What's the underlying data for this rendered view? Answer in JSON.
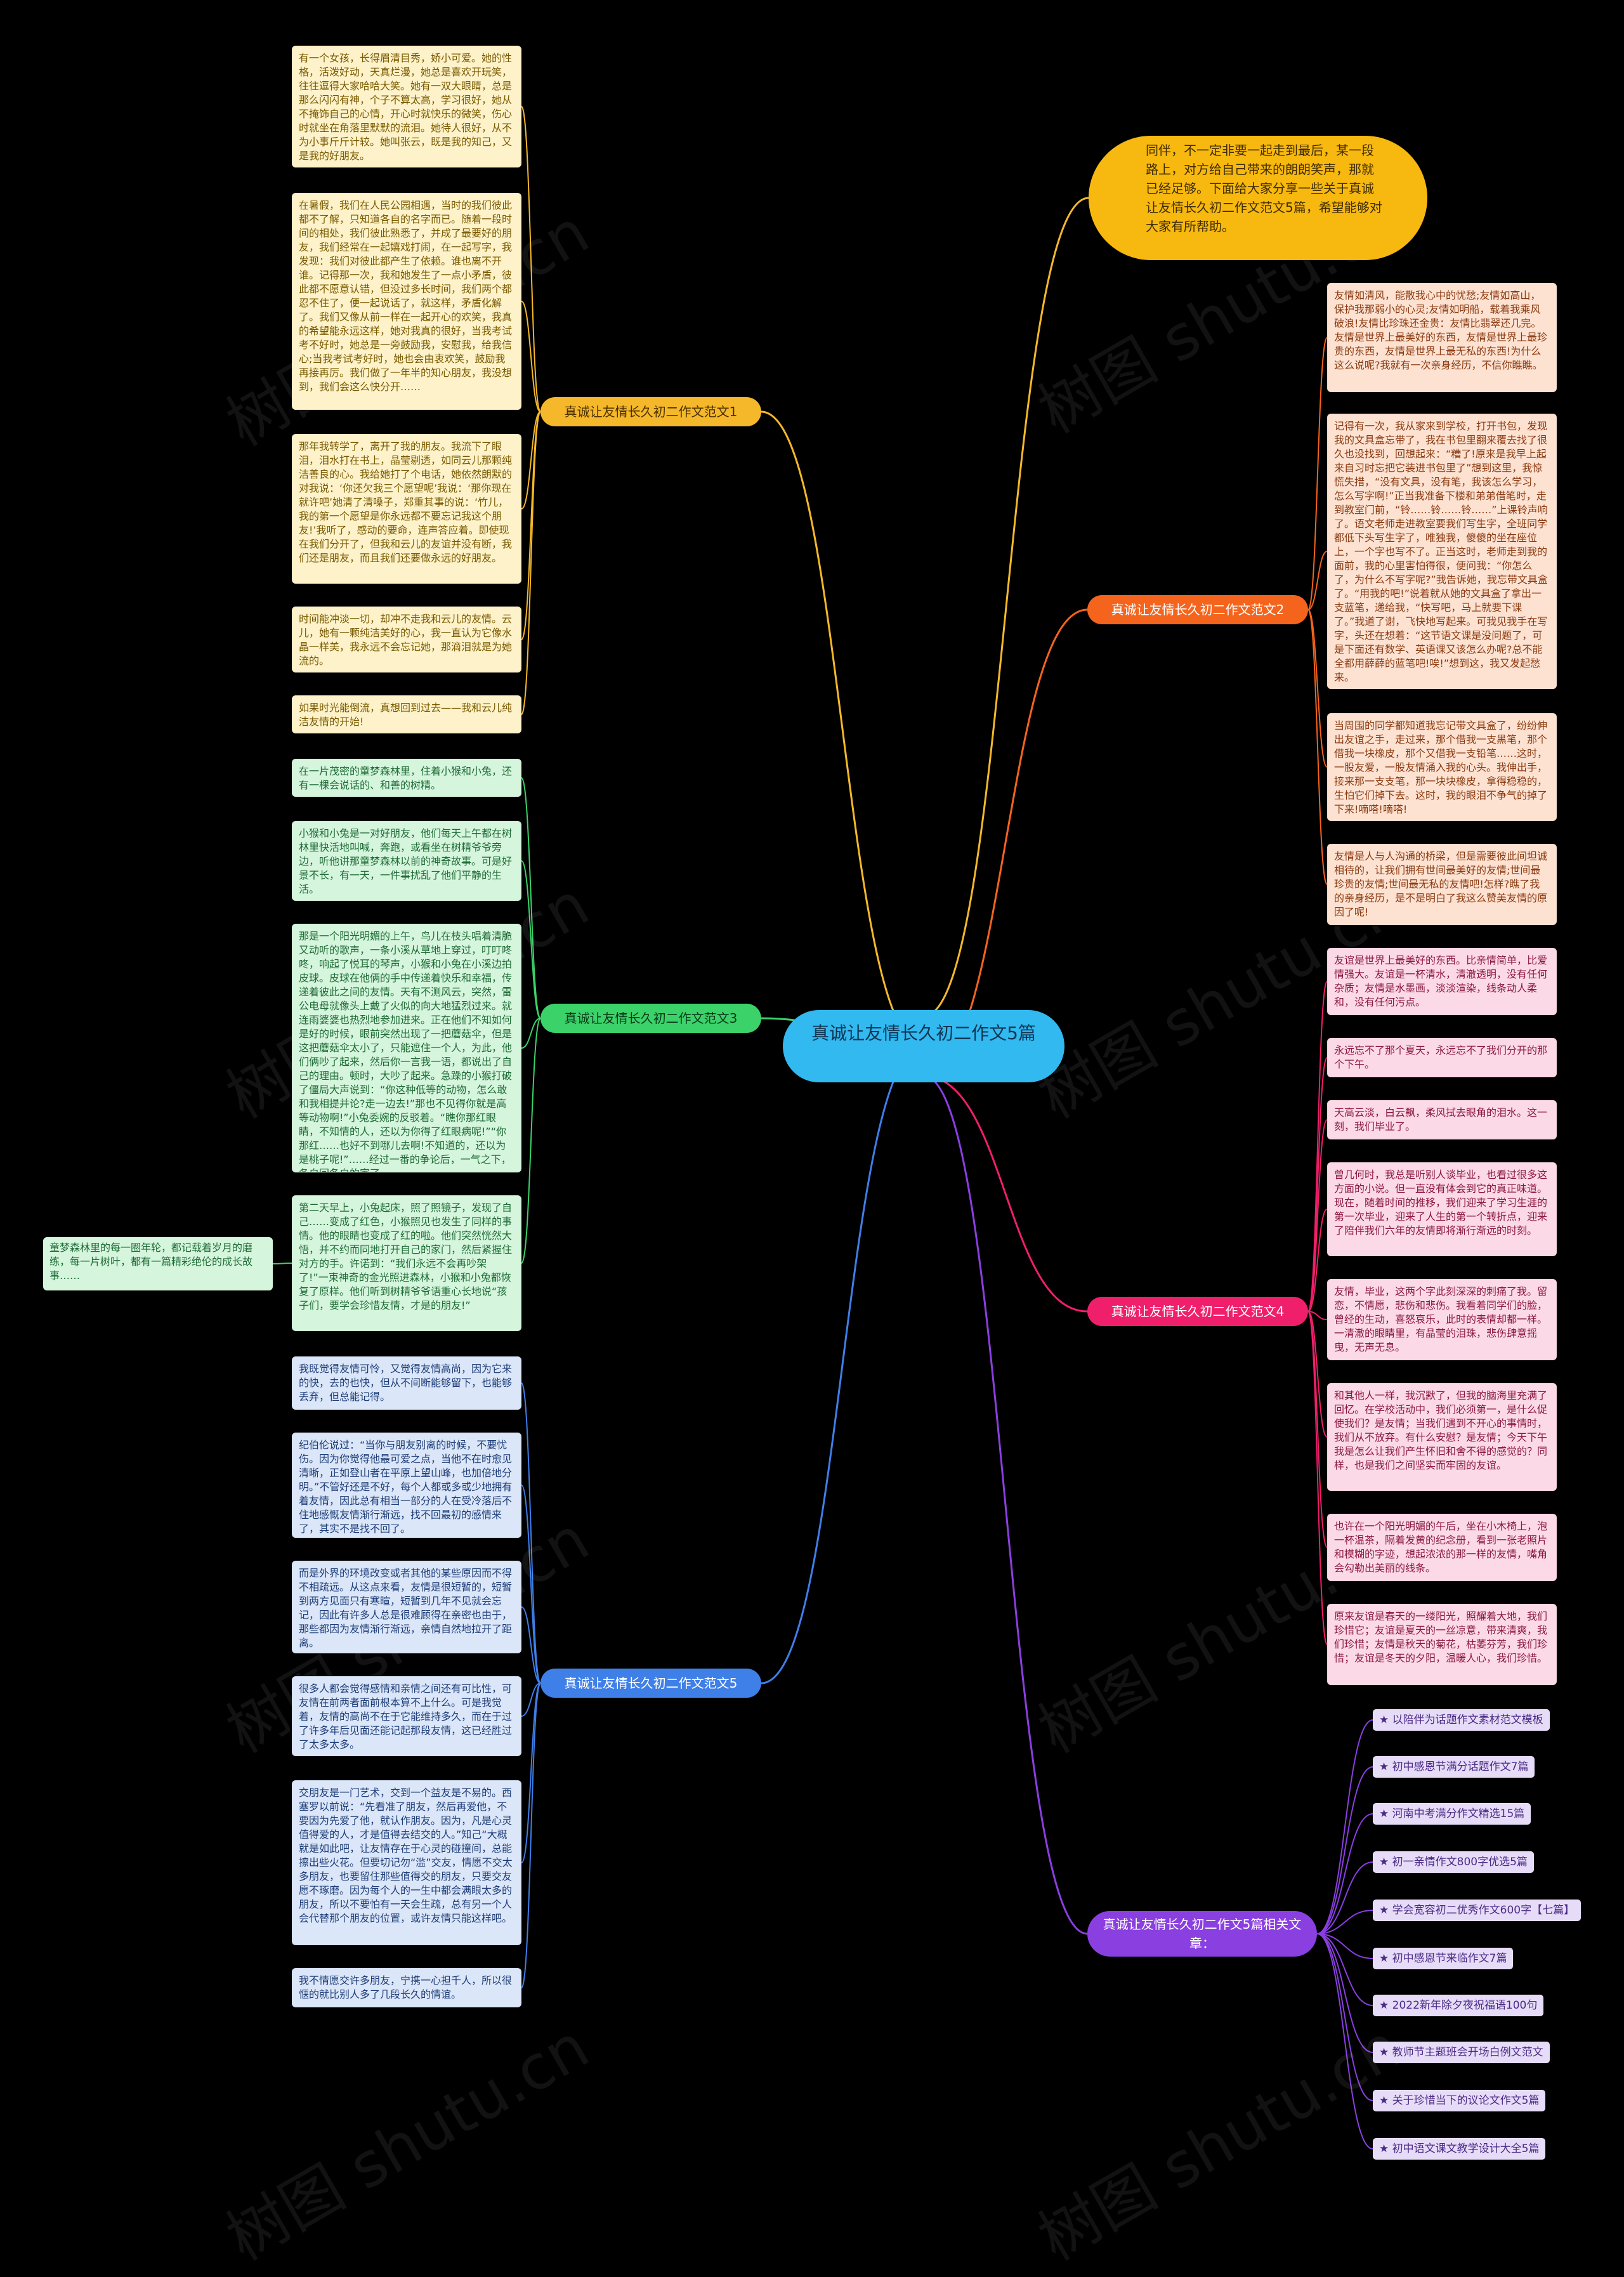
{
  "root": {
    "title": "真诚让友情长久初二作文5篇"
  },
  "intro": {
    "text": "同伴，不一定非要一起走到最后，某一段路上，对方给自己带来的朗朗笑声，那就已经足够。下面给大家分享一些关于真诚让友情长久初二作文范文5篇，希望能够对大家有所帮助。"
  },
  "colors": {
    "b1": "#f5b82a",
    "b2": "#f5641d",
    "b3": "#3bd26a",
    "b4": "#ef1f6b",
    "b5": "#3f7fe8",
    "b6": "#8a3fe0"
  },
  "branches": {
    "b1": "真诚让友情长久初二作文范文1",
    "b2": "真诚让友情长久初二作文范文2",
    "b3": "真诚让友情长久初二作文范文3",
    "b4": "真诚让友情长久初二作文范文4",
    "b5": "真诚让友情长久初二作文范文5",
    "b6": "真诚让友情长久初二作文5篇相关文章："
  },
  "b1_leaves": [
    "有一个女孩，长得眉清目秀，娇小可爱。她的性格，活泼好动，天真烂漫，她总是喜欢开玩笑，往往逗得大家哈哈大笑。她有一双大眼睛，总是那么闪闪有神，个子不算太高，学习很好，她从不掩饰自己的心情，开心时就快乐的微笑，伤心时就坐在角落里默默的流泪。她待人很好，从不为小事斤斤计较。她叫张云，既是我的知己，又是我的好朋友。",
    "在暑假，我们在人民公园相遇，当时的我们彼此都不了解，只知道各自的名字而已。随着一段时间的相处，我们彼此熟悉了，并成了最要好的朋友，我们经常在一起嬉戏打闹，在一起写字，我发现：我们对彼此都产生了依赖。谁也离不开谁。记得那一次，我和她发生了一点小矛盾，彼此都不愿意认错，但没过多长时间，我们两个都忍不住了，便一起说话了，就这样，矛盾化解了。我们又像从前一样在一起开心的欢笑，我真的希望能永远这样，她对我真的很好，当我考试考不好时，她总是一旁鼓励我，安慰我，给我信心;当我考试考好时，她也会由衷欢笑，鼓励我再接再厉。我们做了一年半的知心朋友，我没想到，我们会这么快分开……",
    "那年我转学了，离开了我的朋友。我流下了眼泪，泪水打在书上，晶莹剔透，如同云儿那颗纯洁善良的心。我给她打了个电话，她依然朗默的对我说：‘你还欠我三个愿望呢’我说：‘那你现在就许吧’她清了清嗓子，郑重其事的说：‘竹儿，我的第一个愿望是你永远都不要忘记我这个朋友!’我听了，感动的要命，连声答应着。即使现在我们分开了，但我和云儿的友谊并没有断，我们还是朋友，而且我们还要做永远的好朋友。",
    "时间能冲淡一切，却冲不走我和云儿的友情。云儿，她有一颗纯洁美好的心，我一直认为它像水晶一样美，我永远不会忘记她，那滴泪就是为她流的。",
    "如果时光能倒流，真想回到过去——我和云儿纯洁友情的开始!"
  ],
  "b2_leaves": [
    "友情如清风，能散我心中的忧愁;友情如高山，保护我那弱小的心灵;友情如明船，载着我乘风破浪!友情比珍珠还金贵：友情比翡翠还几完。友情是世界上最美好的东西，友情是世界上最珍贵的东西，友情是世界上最无私的东西!为什么这么说呢?我就有一次亲身经历，不信你瞧瞧。",
    "记得有一次，我从家来到学校，打开书包，发现我的文具盒忘带了，我在书包里翻来覆去找了很久也没找到，回想起来：“糟了!原来是我早上起来自习时忘把它装进书包里了”想到这里，我惊慌失措，“没有文具，没有笔，我该怎么学习，怎么写字啊!”正当我准备下楼和弟弟借笔时，走到教室门前，“铃……铃……铃……”上课铃声响了。语文老师走进教室要我们写生字，全班同学都低下头写生字了，唯独我，傻傻的坐在座位上，一个字也写不了。正当这时，老师走到我的面前，我的心里害怕得很，便问我：“你怎么了，为什么不写字呢?”我告诉她，我忘带文具盒了。“用我的吧!”说着就从她的文具盒了拿出一支蓝笔，递给我，“快写吧，马上就要下课了。”我道了谢，飞快地写起来。可我见我手在写字，头还在想着：“这节语文课是没问题了，可是下面还有数学、英语课又该怎么办呢?总不能全都用薛薛的蓝笔吧!唉!”想到这，我又发起愁来。",
    "当周围的同学都知道我忘记带文具盒了，纷纷伸出友谊之手，走过来，那个借我一支黑笔，那个借我一块橡皮，那个又借我一支铅笔……这时，一股友爱，一股友情涌入我的心头。我伸出手，接来那一支支笔，那一块块橡皮，拿得稳稳的，生怕它们掉下去。这时，我的眼泪不争气的掉了下来!嘀嗒!嘀嗒!",
    "友情是人与人沟通的桥梁，但是需要彼此间坦诚相待的，让我们拥有世间最美好的友情;世间最珍贵的友情;世间最无私的友情吧!怎样?瞧了我的亲身经历，是不是明白了我这么赞美友情的原因了呢!"
  ],
  "b3_leaves": [
    "在一片茂密的童梦森林里，住着小猴和小兔，还有一棵会说话的、和善的树精。",
    "小猴和小兔是一对好朋友，他们每天上午都在树林里快活地叫喊，奔跑，或看坐在树精爷爷旁边，听他讲那童梦森林以前的神奇故事。可是好景不长，有一天，一件事扰乱了他们平静的生活。",
    "那是一个阳光明媚的上午，鸟儿在枝头唱着清脆又动听的歌声，一条小溪从草地上穿过，叮叮咚咚，响起了悦耳的琴声，小猴和小兔在小溪边拍皮球。皮球在他俩的手中传递着快乐和幸福，传递着彼此之间的友情。天有不测风云，突然，雷公电母就像头上戴了火似的向大地猛烈过来。就连雨婆婆也热烈地参加进来。正在他们不知如何是好的时候，眼前突然出现了一把蘑菇伞，但是这把蘑菇伞太小了，只能遮住一个人，为此，他们俩吵了起来，然后你一言我一语，都说出了自己的理由。顿时，大吵了起来。急躁的小猴打破了僵局大声说到：“你这种低等的动物，怎么敢和我相提并论?走一边去!”那也不见得你就是高等动物啊!”小兔委婉的反驳着。“瞧你那红眼睛，不知情的人，还以为你得了红眼病呢!”“你那红……也好不到哪儿去啊!不知道的，还以为是桃子呢!”……经过一番的争论后，一气之下，各自回各自的家了。",
    "第二天早上，小兔起床，照了照镜子，发现了自己……变成了红色，小猴照见也发生了同样的事情。他的眼睛也变成了红的啦。他们突然恍然大悟，并不约而同地打开自己的家门，然后紧握住对方的手。许诺到：“我们永远不会再吵架了!”一束神奇的金光照进森林，小猴和小兔都恢复了原样。他们听到树精爷爷语重心长地说“孩子们，要学会珍惜友情，才是的朋友!”"
  ],
  "side_note": "童梦森林里的每一圈年轮，都记载着岁月的磨练，每一片树叶，都有一篇精彩绝伦的成长故事……",
  "b4_leaves": [
    "友谊是世界上最美好的东西。比亲情简单，比爱情强大。友谊是一杯清水，清澈透明，没有任何杂质；友情是水墨画，淡淡渲染，线条动人柔和，没有任何污点。",
    "永远忘不了那个夏天，永远忘不了我们分开的那个下午。",
    "天高云淡，白云飘，柔风拭去眼角的泪水。这一刻，我们毕业了。",
    "曾几何时，我总是听别人谈毕业，也看过很多这方面的小说。但一直没有体会到它的真正味道。现在，随着时间的推移，我们迎来了学习生涯的第一次毕业，迎来了人生的第一个转折点，迎来了陪伴我们六年的友情即将渐行渐远的时刻。",
    "友情，毕业，这两个字此刻深深的刺痛了我。留恋，不情愿，悲伤和悲伤。我看着同学们的脸，曾经的生动，喜怒哀乐，此时的表情却都一样。一清澈的眼睛里，有晶莹的泪珠，悲伤肆意摇曳，无声无息。",
    "和其他人一样，我沉默了，但我的脑海里充满了回忆。在学校活动中，我们必须第一，是什么促使我们？是友情；当我们遇到不开心的事情时，我们从不放弃。有什么安慰？是友情；今天下午我是怎么让我们产生怀旧和舍不得的感觉的？同样，也是我们之间坚实而牢固的友谊。",
    "也许在一个阳光明媚的午后，坐在小木椅上，泡一杯温茶，隔着发黄的纪念册，看到一张老照片和模糊的字迹，想起浓浓的那一样的友情，嘴角会勾勒出美丽的线条。",
    "原来友谊是春天的一缕阳光，照耀着大地，我们珍惜它；友谊是夏天的一丝凉意，带来清爽，我们珍惜；友情是秋天的菊花，枯萎芬芳，我们珍惜；友谊是冬天的夕阳，温暖人心，我们珍惜。"
  ],
  "b5_leaves": [
    "我既觉得友情可怜，又觉得友情高尚，因为它来的快，去的也快，但从不间断能够留下，也能够丢弃，但总能记得。",
    "纪伯伦说过：“当你与朋友别离的时候，不要忧伤。因为你觉得他最可爱之点，当他不在时愈见清晰，正如登山者在平原上望山峰，也加倍地分明。”不管好还是不好，每个人都或多或少地拥有着友情，因此总有相当一部分的人在受冷落后不住地感慨友情渐行渐远，找不回最初的感情来了，其实不是找不回了。",
    "而是外界的环境改变或者其他的某些原因而不得不相疏远。从这点来看，友情是很短暂的，短暂到两方见面只有寒暄，短暂到几年不见就会忘记，因此有许多人总是很难顾得在亲密也由于，那些都因为友情渐行渐远，亲情自然地拉开了距离。",
    "很多人都会觉得感情和亲情之间还有可比性，可友情在前两者面前根本算不上什么。可是我觉着，友情的高尚不在于它能维持多久，而在于过了许多年后见面还能记起那段友情，这已经胜过了太多太多。",
    "交朋友是一门艺术，交到一个益友是不易的。西塞罗以前说：“先看准了朋友，然后再爱他，不要因为先爱了他，就认作朋友。因为，凡是心灵值得爱的人，才是值得去结交的人。”知己“大概就是如此吧，让友情存在于心灵的碰撞间，总能擦出些火花。但要切记勿“滥”交友，情愿不交太多朋友，也要留住那些值得交的朋友，只要交友愿不琢磨。因为每个人的一生中都会满眼太多的朋友，所以不要怕有一天会生疏，总有另一个人会代替那个朋友的位置，或许友情只能这样吧。",
    "我不情愿交许多朋友，宁携一心担千人，所以很惬的就比别人多了几段长久的情谊。"
  ],
  "related": [
    "★ 以陪伴为话题作文素材范文模板",
    "★ 初中感恩节满分话题作文7篇",
    "★ 河南中考满分作文精选15篇",
    "★ 初一亲情作文800字优选5篇",
    "★ 学会宽容初二优秀作文600字【七篇】",
    "★ 初中感恩节来临作文7篇",
    "★ 2022新年除夕夜祝福语100句",
    "★ 教师节主题班会开场白例文范文",
    "★ 关于珍惜当下的议论文作文5篇",
    "★ 初中语文课文教学设计大全5篇"
  ],
  "watermark": "树图 shutu.cn"
}
